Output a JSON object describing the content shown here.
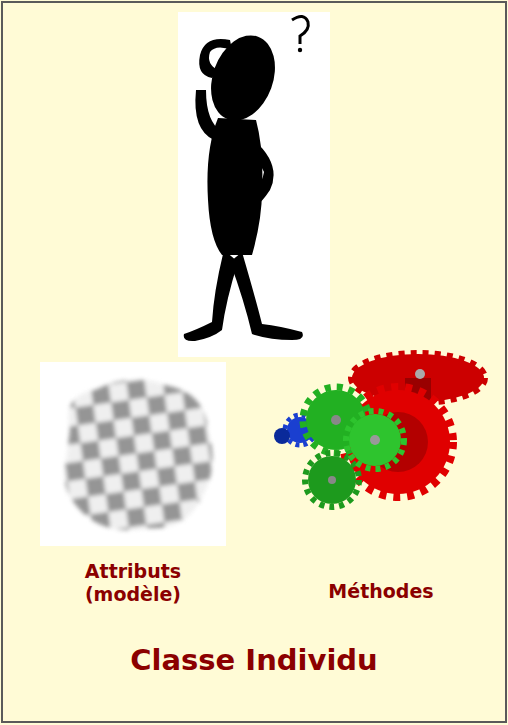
{
  "diagram": {
    "nodes": [
      {
        "text": [
          "Classe Individu"
        ]
      }
    ],
    "labels": [
      "Attributs (modèle)",
      "Méthodes"
    ]
  }
}
